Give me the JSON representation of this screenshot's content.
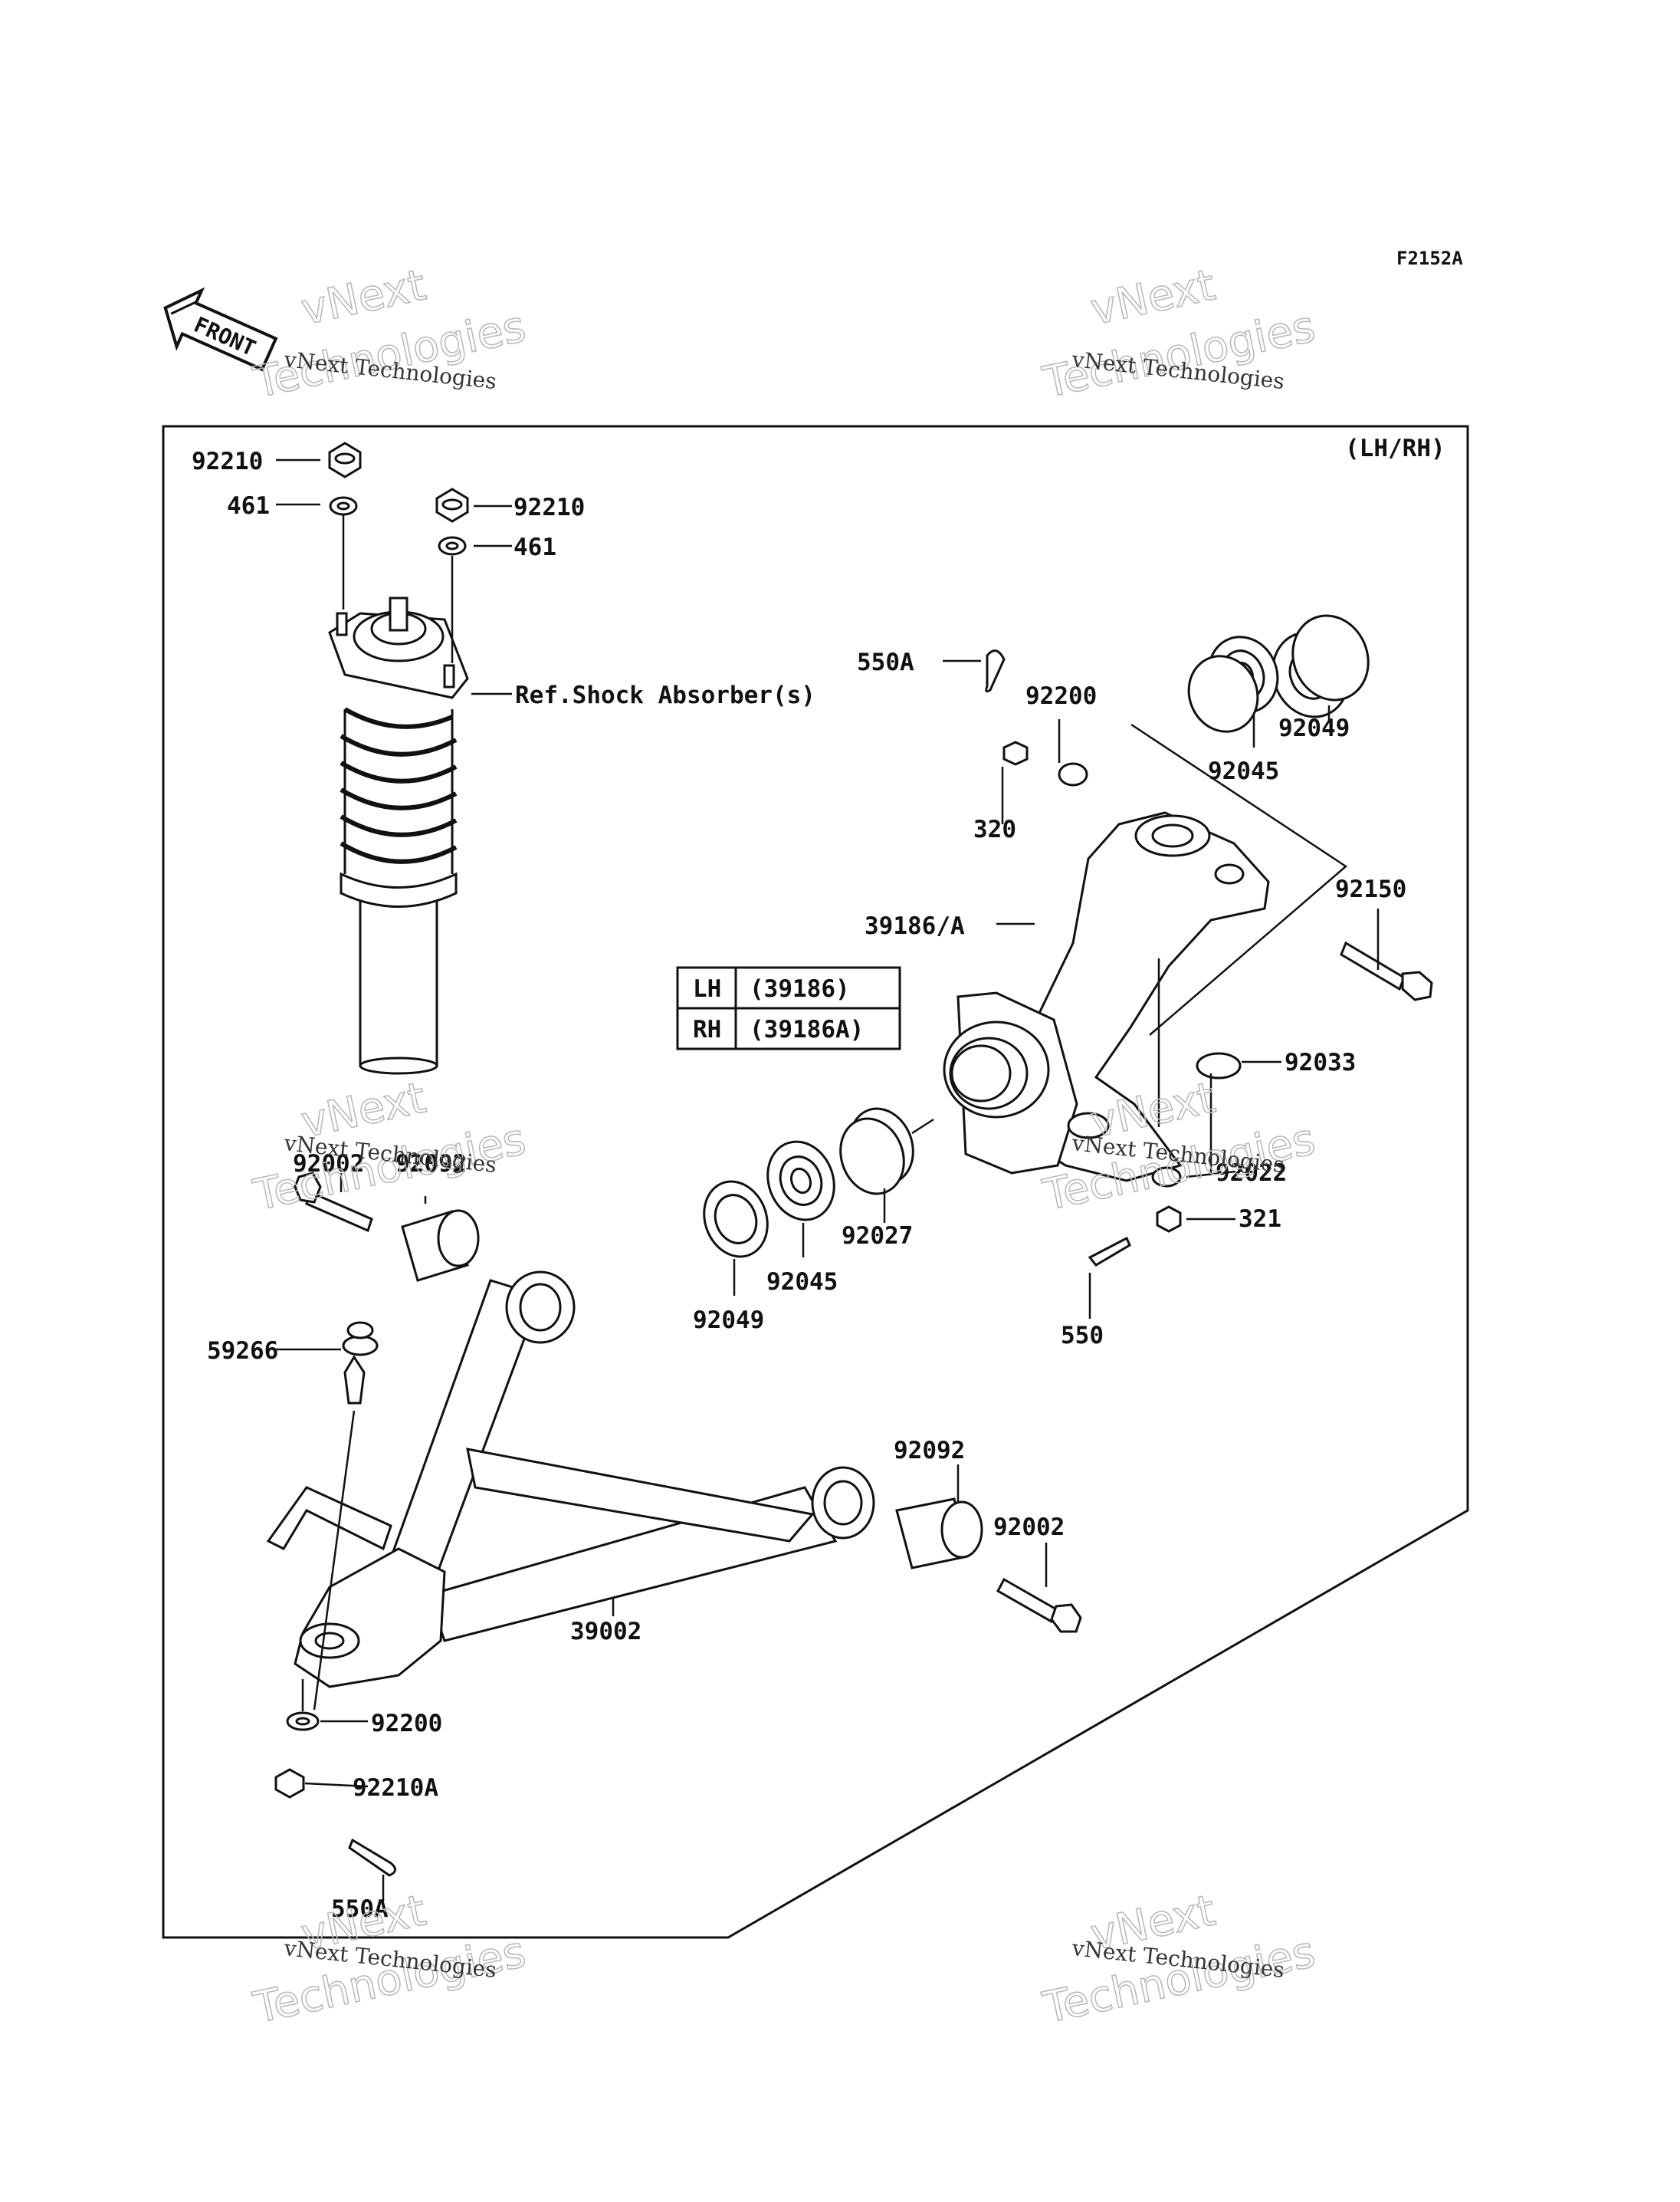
{
  "diagram": {
    "figure_code": "F2152A",
    "variant_note": "(LH/RH)",
    "front_label": "FRONT",
    "reference_note": "Ref.Shock Absorber(s)",
    "watermark": {
      "line1": "vNext",
      "line2": "Technologies",
      "small": "vNext Technologies"
    },
    "variant_table": [
      {
        "side": "LH",
        "part": "(39186)"
      },
      {
        "side": "RH",
        "part": "(39186A)"
      }
    ],
    "part_labels": {
      "p92210_upper_left": "92210",
      "p461_left": "461",
      "p92210_upper_right": "92210",
      "p461_right": "461",
      "p550A_top": "550A",
      "p92200_top": "92200",
      "p320": "320",
      "p92049_top": "92049",
      "p92045_top": "92045",
      "p92150": "92150",
      "p39186A": "39186/A",
      "p92033": "92033",
      "p92022": "92022",
      "p321": "321",
      "p92027": "92027",
      "p92045_bottom": "92045",
      "p92049_bottom": "92049",
      "p550": "550",
      "p92002_left": "92002",
      "p92092_left": "92092",
      "p59266": "59266",
      "p92092_right": "92092",
      "p92002_right": "92002",
      "p39002": "39002",
      "p92200_bottom": "92200",
      "p92210A": "92210A",
      "p550A_bottom": "550A"
    }
  }
}
